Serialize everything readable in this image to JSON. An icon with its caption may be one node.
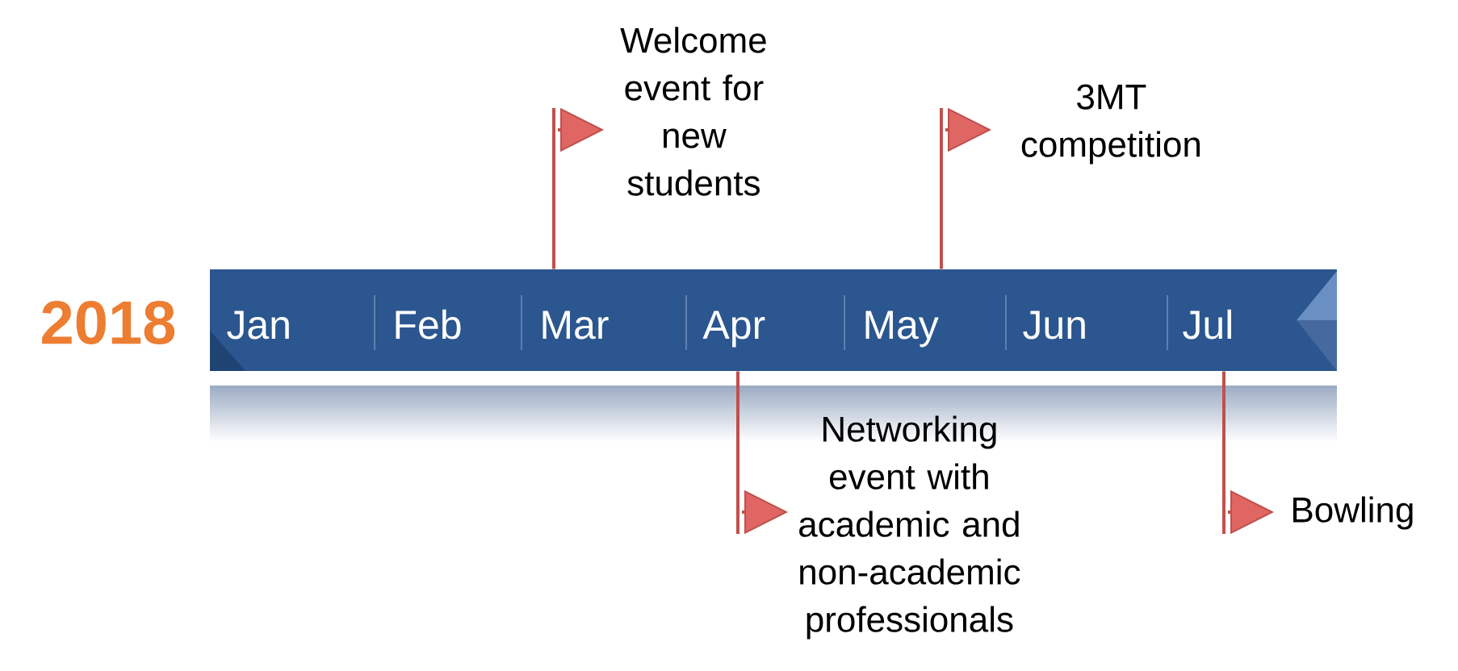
{
  "diagram": {
    "nodes": [
      {
        "text": [
          "Welcome event for new students"
        ]
      },
      {
        "text": [
          "3MT competition"
        ]
      },
      {
        "text": [
          "Jan",
          "Feb",
          "Mar",
          "Apr",
          "May",
          "Jun",
          "Jul"
        ],
        "beside": [
          "2018"
        ]
      },
      {
        "text": [
          "Networking event with academic and non-academic professionals"
        ]
      },
      {
        "text": [
          "Bowling"
        ]
      }
    ],
    "edges": [
      {
        "from": 2,
        "to": 0,
        "arrow": "to"
      },
      {
        "from": 2,
        "to": 1,
        "arrow": "to"
      },
      {
        "from": 2,
        "to": 3,
        "arrow": "to"
      },
      {
        "from": 2,
        "to": 4,
        "arrow": "to"
      }
    ]
  }
}
